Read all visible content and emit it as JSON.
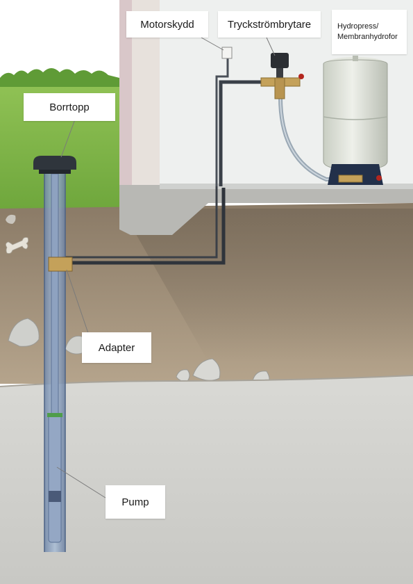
{
  "labels": {
    "motorskydd": "Motorskydd",
    "tryckstrombrytare": "Tryckströmbrytare",
    "hydropress_line1": "Hydropress/",
    "hydropress_line2": "Membranhydrofor",
    "borrtopp": "Borrtopp",
    "adapter": "Adapter",
    "pump": "Pump"
  },
  "colors": {
    "sky": "#ffffff",
    "grass": "#7fb24a",
    "topsoil": "#a79680",
    "rock": "#d4d4d0",
    "wall": "#e9e9e6",
    "pipe": "#3a4048",
    "tank": "#dfe3da",
    "casing": "#7d96b8"
  }
}
